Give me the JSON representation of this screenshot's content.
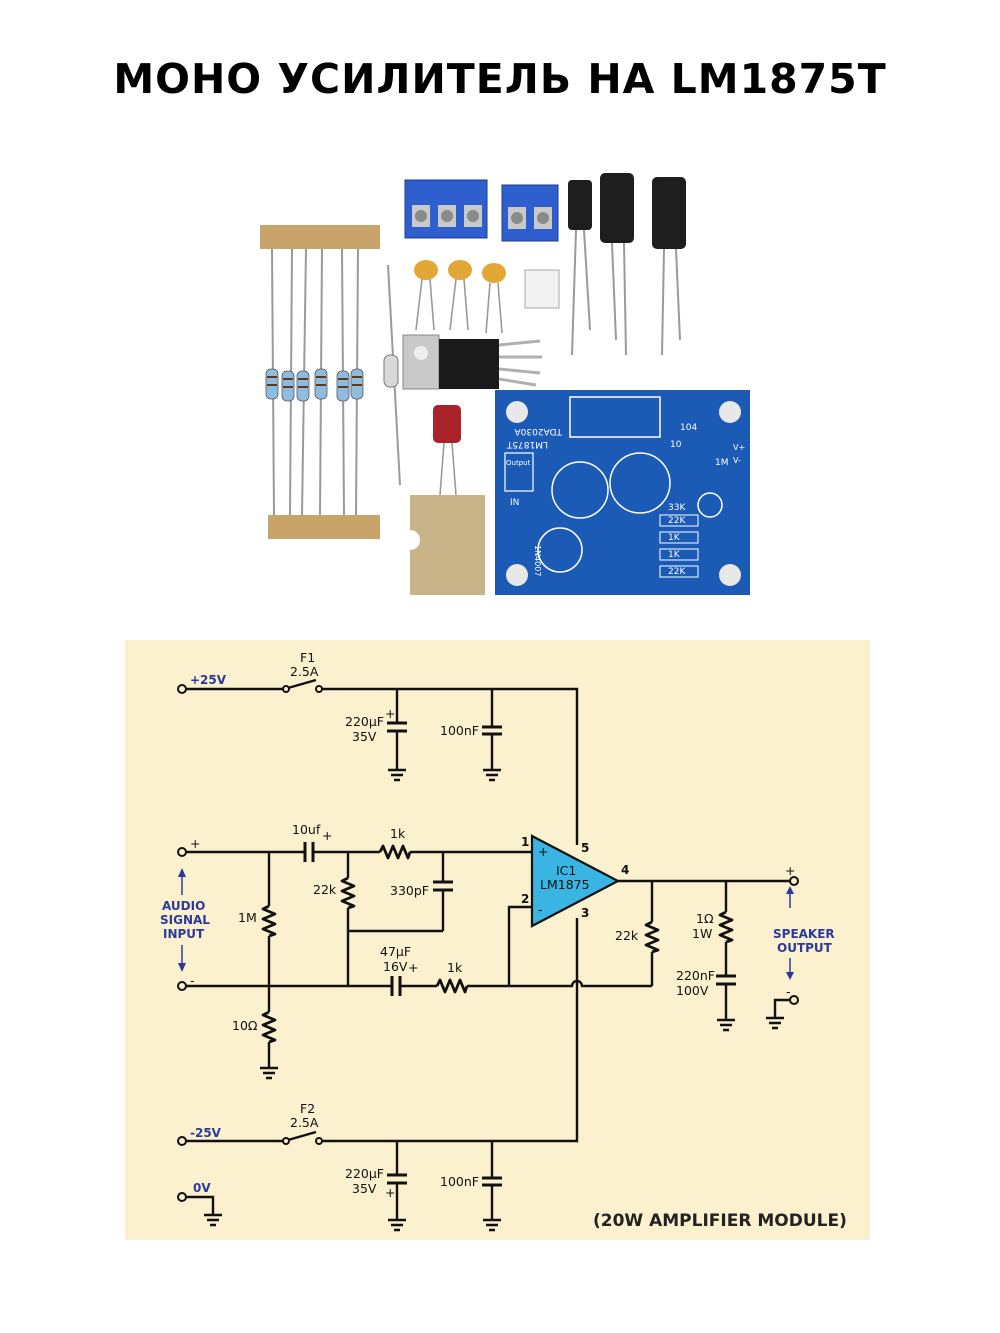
{
  "title": "МОНО УСИЛИТЕЛЬ НА LM1875T",
  "kit_photo": {
    "pcb_text": [
      "LM1875T",
      "TDA2030A",
      "Output",
      "1N4007",
      "22K",
      "1K",
      "1K",
      "22K",
      "33K",
      "1M",
      "10",
      "104",
      "IN",
      "V+",
      "V-"
    ]
  },
  "schematic": {
    "supply_pos": "+25V",
    "supply_neg": "-25V",
    "ground": "0V",
    "fuse1_name": "F1",
    "fuse1_value": "2.5A",
    "fuse2_name": "F2",
    "fuse2_value": "2.5A",
    "cap_bulk_top": [
      "220µF",
      "35V"
    ],
    "cap_bulk_bottom": [
      "220µF",
      "35V"
    ],
    "cap_decouple_top": "100nF",
    "cap_decouple_bottom": "100nF",
    "cap_input": "10uf",
    "r_input_series": "1k",
    "r_bias": "22k",
    "cap_filter": "330pF",
    "r_input_shunt": "1M",
    "r_ground": "10Ω",
    "cap_feedback": [
      "47µF",
      "16V"
    ],
    "r_feedback_gnd": "1k",
    "r_feedback": "22k",
    "ic_name": [
      "IC1",
      "LM1875"
    ],
    "pins": [
      "1",
      "2",
      "3",
      "4",
      "5"
    ],
    "zobel_r": [
      "1Ω",
      "1W"
    ],
    "zobel_c": [
      "220nF",
      "100V"
    ],
    "input_label": [
      "AUDIO",
      "SIGNAL",
      "INPUT"
    ],
    "output_label": [
      "SPEAKER",
      "OUTPUT"
    ],
    "plus_sign": "+",
    "minus_sign": "-",
    "footer": "(20W AMPLIFIER MODULE)"
  },
  "colors": {
    "schematic_bg": "#fbf1cf",
    "pcb_blue": "#1b5bb5",
    "terminal_blue": "#2f5fcf",
    "resistor_body": "#9ec7e3",
    "label_blue": "#2b3a9a"
  }
}
